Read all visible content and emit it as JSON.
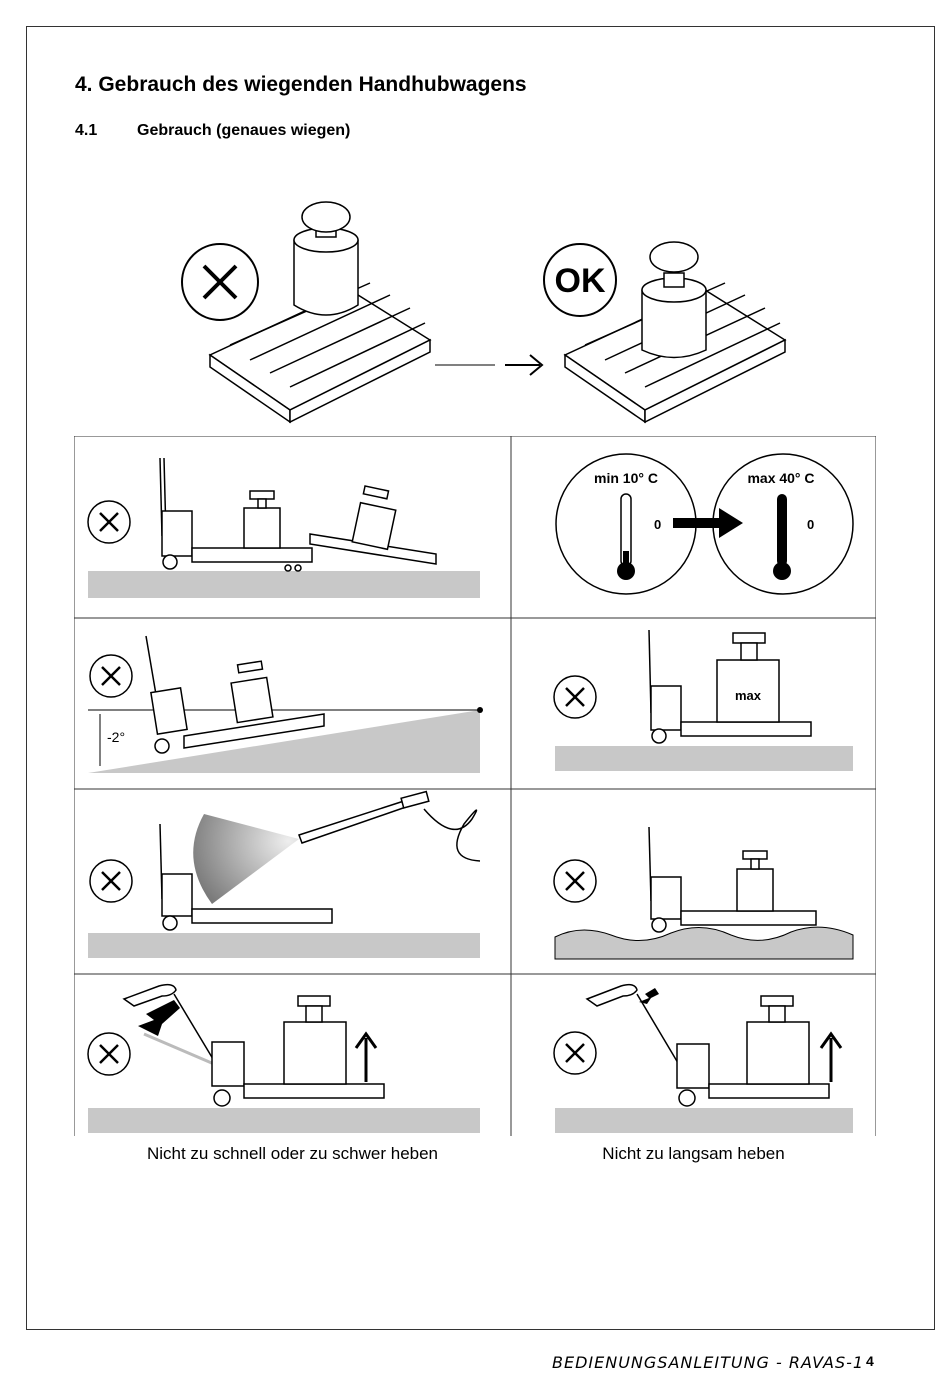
{
  "section": {
    "number_title": "4.  Gebrauch des wiegenden Handhubwagens",
    "sub_number": "4.1",
    "sub_title": "Gebrauch (genaues wiegen)"
  },
  "illustrations": {
    "ok_label": "OK",
    "temp_min": "min 10° C",
    "temp_max": "max 40° C",
    "temp_zero_left": "0",
    "temp_zero_right": "0",
    "slope_label": "-2°",
    "overload_label": "max"
  },
  "captions": {
    "left": "Nicht zu schnell oder zu schwer heben",
    "right": "Nicht zu langsam heben"
  },
  "footer": {
    "manual": "BEDIENUNGSANLEITUNG - RAVAS-1",
    "page": "4"
  }
}
